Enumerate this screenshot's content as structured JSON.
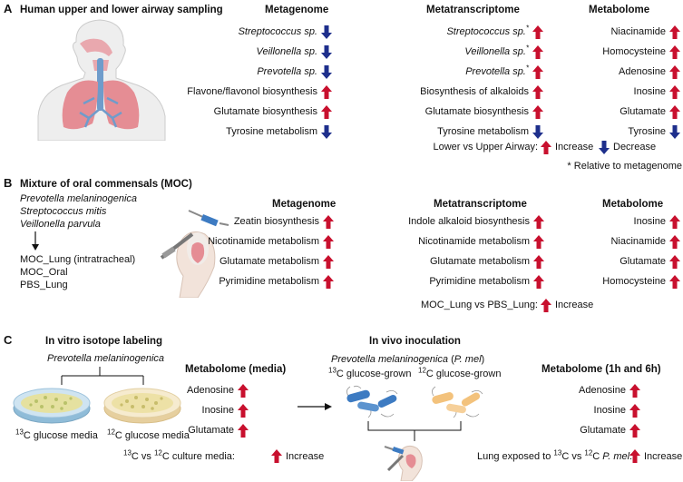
{
  "colors": {
    "up": "#c8102e",
    "down": "#1e2f8c",
    "petri_blue": "#a8d0e6",
    "petri_yellow": "#f3dfa8",
    "bacteria_blue": "#3d7bc2",
    "bacteria_orange": "#f6c98c"
  },
  "icons": {
    "up": "up-arrow-icon",
    "down": "down-arrow-icon"
  },
  "panelA": {
    "letter": "A",
    "title": "Human upper and lower airway sampling",
    "headers": {
      "metagenome": "Metagenome",
      "metatranscriptome": "Metatranscriptome",
      "metabolome": "Metabolome"
    },
    "metagenome": [
      {
        "label": "Streptococcus sp.",
        "italic": true,
        "dir": "down"
      },
      {
        "label": "Veillonella sp.",
        "italic": true,
        "dir": "down"
      },
      {
        "label": "Prevotella sp.",
        "italic": true,
        "dir": "down"
      },
      {
        "label": "Flavone/flavonol biosynthesis",
        "dir": "up"
      },
      {
        "label": "Glutamate biosynthesis",
        "dir": "up"
      },
      {
        "label": "Tyrosine metabolism",
        "dir": "down"
      }
    ],
    "metatranscriptome": [
      {
        "label": "Streptococcus sp.",
        "italic": true,
        "star": "*",
        "dir": "up"
      },
      {
        "label": "Veillonella sp.",
        "italic": true,
        "star": "*",
        "dir": "up"
      },
      {
        "label": "Prevotella sp.",
        "italic": true,
        "star": "*",
        "dir": "up"
      },
      {
        "label": "Biosynthesis of alkaloids",
        "dir": "up"
      },
      {
        "label": "Glutamate biosynthesis",
        "dir": "up"
      },
      {
        "label": "Tyrosine metabolism",
        "dir": "down"
      }
    ],
    "metabolome": [
      {
        "label": "Niacinamide",
        "dir": "up"
      },
      {
        "label": "Homocysteine",
        "dir": "up"
      },
      {
        "label": "Adenosine",
        "dir": "up"
      },
      {
        "label": "Inosine",
        "dir": "up"
      },
      {
        "label": "Glutamate",
        "dir": "up"
      },
      {
        "label": "Tyrosine",
        "dir": "down"
      }
    ],
    "legend": {
      "prefix": "Lower vs Upper Airway:",
      "increase": "Increase",
      "decrease": "Decrease"
    },
    "footnote": "* Relative to metagenome"
  },
  "panelB": {
    "letter": "B",
    "title": "Mixture of oral commensals (MOC)",
    "species": [
      "Prevotella melaninogenica",
      "Streptococcus mitis",
      "Veillonella parvula"
    ],
    "groups": [
      "MOC_Lung (intratracheal)",
      "MOC_Oral",
      "PBS_Lung"
    ],
    "headers": {
      "metagenome": "Metagenome",
      "metatranscriptome": "Metatranscriptome",
      "metabolome": "Metabolome"
    },
    "metagenome": [
      "Zeatin biosynthesis",
      "Nicotinamide metabolism",
      "Glutamate metabolism",
      "Pyrimidine metabolism"
    ],
    "metatranscriptome": [
      "Indole alkaloid biosynthesis",
      "Nicotinamide metabolism",
      "Glutamate metabolism",
      "Pyrimidine metabolism"
    ],
    "metabolome": [
      "Inosine",
      "Niacinamide",
      "Glutamate",
      "Homocysteine"
    ],
    "legend": {
      "prefix": "MOC_Lung vs PBS_Lung:",
      "increase": "Increase"
    }
  },
  "panelC": {
    "letter": "C",
    "invitro_title": "In vitro isotope labeling",
    "invitro_species": "Prevotella melaninogenica",
    "dish13": {
      "sup": "13",
      "text": "C glucose media"
    },
    "dish12": {
      "sup": "12",
      "text": "C glucose media"
    },
    "media_header": "Metabolome (media)",
    "media": [
      "Adenosine",
      "Inosine",
      "Glutamate"
    ],
    "media_legend": {
      "sup1": "13",
      "mid": "C vs ",
      "sup2": "12",
      "end": "C culture media:",
      "increase": "Increase"
    },
    "invivo_title": "In vivo inoculation",
    "invivo_species": "Prevotella melaninogenica",
    "invivo_abbr_pre": " (",
    "invivo_abbr": "P. mel",
    "invivo_abbr_post": ")",
    "grown13": {
      "sup": "13",
      "text": "C glucose-grown"
    },
    "grown12": {
      "sup": "12",
      "text": "C glucose-grown"
    },
    "lung_header": "Metabolome (1h and 6h)",
    "lung": [
      "Adenosine",
      "Inosine",
      "Glutamate"
    ],
    "lung_legend": {
      "pre": "Lung exposed to ",
      "sup1": "13",
      "mid": "C vs ",
      "sup2": "12",
      "mid2": "C ",
      "ital": "P. mel",
      "end": ":",
      "increase": "Increase"
    }
  }
}
